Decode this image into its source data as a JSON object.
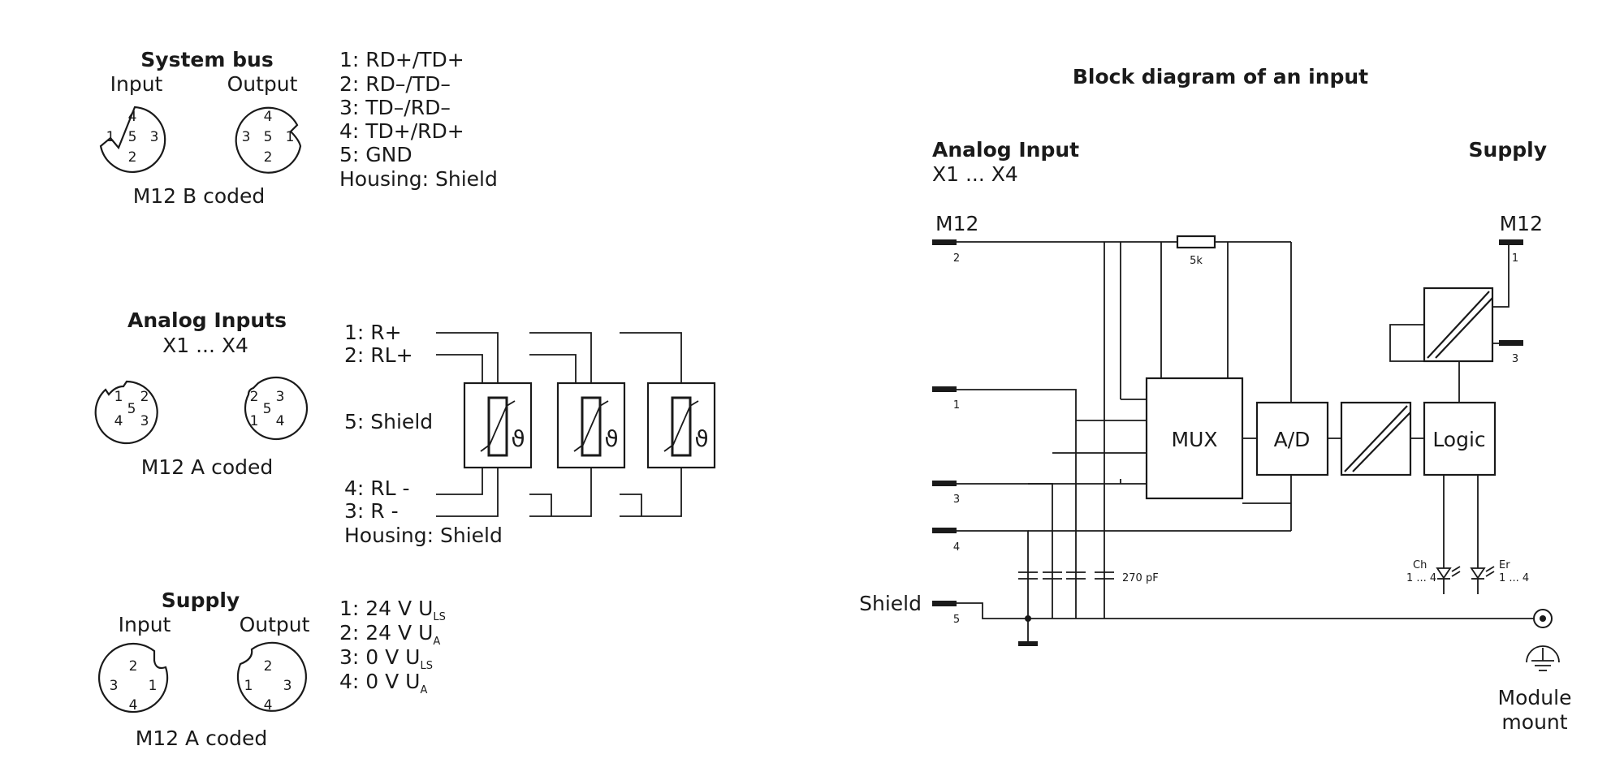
{
  "left": {
    "system_bus": {
      "title": "System bus",
      "input_label": "Input",
      "output_label": "Output",
      "coding": "M12 B coded",
      "input_pins": [
        "4",
        "1",
        "5",
        "3",
        "2"
      ],
      "output_pins": [
        "4",
        "3",
        "5",
        "1",
        "2"
      ],
      "pinout": [
        "1: RD+/TD+",
        "2: RD–/TD–",
        "3: TD–/RD–",
        "4: TD+/RD+",
        "5: GND",
        "Housing: Shield"
      ]
    },
    "analog_inputs": {
      "title": "Analog Inputs",
      "subtitle": "X1 ... X4",
      "coding": "M12 A coded",
      "conn1_pins": [
        "1",
        "2",
        "5",
        "4",
        "3"
      ],
      "conn2_pins": [
        "2",
        "3",
        "5",
        "1",
        "4"
      ],
      "pin1": "1: R+",
      "pin2": "2: RL+",
      "pin5": "5: Shield",
      "pin4": "4: RL -",
      "pin3": "3: R -",
      "housing": "Housing: Shield",
      "theta": "ϑ"
    },
    "supply": {
      "title": "Supply",
      "input_label": "Input",
      "output_label": "Output",
      "coding": "M12 A coded",
      "input_pins": [
        "2",
        "3",
        "1",
        "4"
      ],
      "output_pins": [
        "2",
        "1",
        "3",
        "4"
      ],
      "lines": [
        {
          "text": "1: 24 V U",
          "sub": "LS"
        },
        {
          "text": "2: 24 V U",
          "sub": "A"
        },
        {
          "text": "3: 0 V U",
          "sub": "LS"
        },
        {
          "text": "4: 0 V U",
          "sub": "A"
        }
      ]
    }
  },
  "block_diagram": {
    "title": "Block diagram of an input",
    "analog_input_title": "Analog Input",
    "analog_input_sub": "X1 ... X4",
    "supply_title": "Supply",
    "m12_left": "M12",
    "m12_right": "M12",
    "pins_left": [
      "2",
      "1",
      "3",
      "4",
      "5"
    ],
    "pins_right": [
      "1",
      "3"
    ],
    "shield_label": "Shield",
    "resistor_label": "5k",
    "capacitor_label": "270 pF",
    "mux_label": "MUX",
    "ad_label": "A/D",
    "logic_label": "Logic",
    "led_ch": "Ch",
    "led_ch_range": "1 ... 4",
    "led_er": "Er",
    "led_er_range": "1 ... 4",
    "module_mount_1": "Module",
    "module_mount_2": "mount"
  }
}
